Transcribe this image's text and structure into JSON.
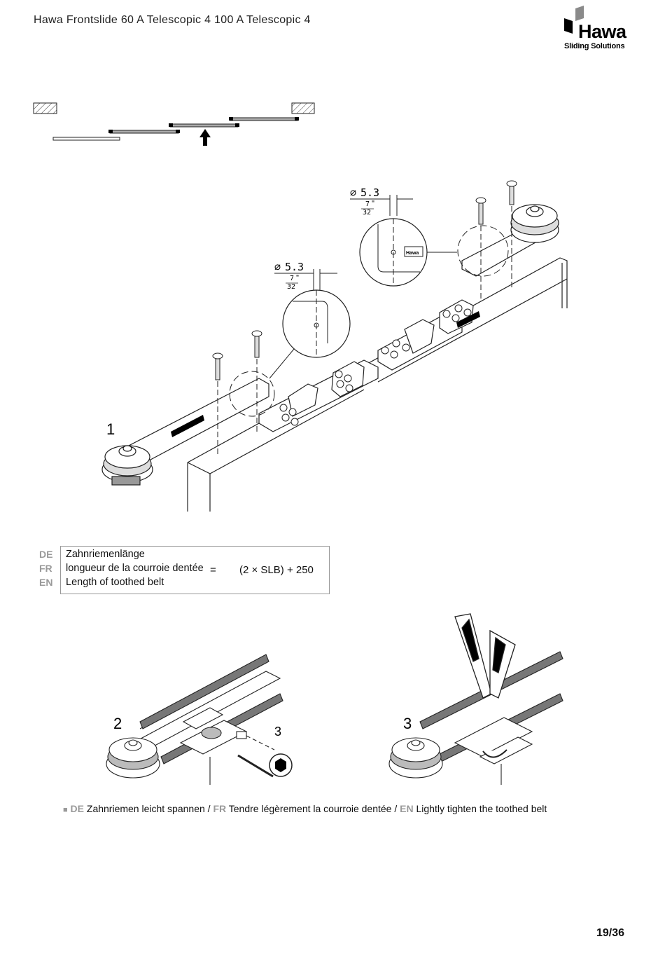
{
  "header": {
    "title": "Hawa Frontslide 60 A Telescopic 4   100 A Telescopic 4"
  },
  "logo": {
    "word": "Hawa",
    "tagline": "Sliding Solutions"
  },
  "figure1": {
    "step_label": "1",
    "dimensions": [
      {
        "value": "5.3",
        "fraction_num": "7",
        "fraction_den": "32",
        "unit": "\""
      },
      {
        "value": "5.3",
        "fraction_num": "7",
        "fraction_den": "32",
        "unit": "\""
      }
    ],
    "plate_label": "Hawa"
  },
  "formula": {
    "lang_de": "DE",
    "lang_fr": "FR",
    "lang_en": "EN",
    "text_de": "Zahnriemenlänge",
    "text_fr": "longueur de la courroie dentée",
    "text_en": "Length of toothed belt",
    "equals": "=",
    "expression": "(2 × SLB) + 250"
  },
  "figure2": {
    "step_label": "2",
    "tool_label": "3"
  },
  "figure3": {
    "step_label": "3"
  },
  "instruction": {
    "bullet": "■",
    "lang_de": "DE",
    "text_de": "Zahnriemen leicht spannen / ",
    "lang_fr": "FR",
    "text_fr": "Tendre légèrement la courroie dentée / ",
    "lang_en": "EN",
    "text_en": "Lightly tighten the toothed belt"
  },
  "footer": {
    "page": "19/36"
  },
  "colors": {
    "text": "#111111",
    "lang_grey": "#9a9a9a",
    "logo_grey": "#8a8a8a"
  }
}
